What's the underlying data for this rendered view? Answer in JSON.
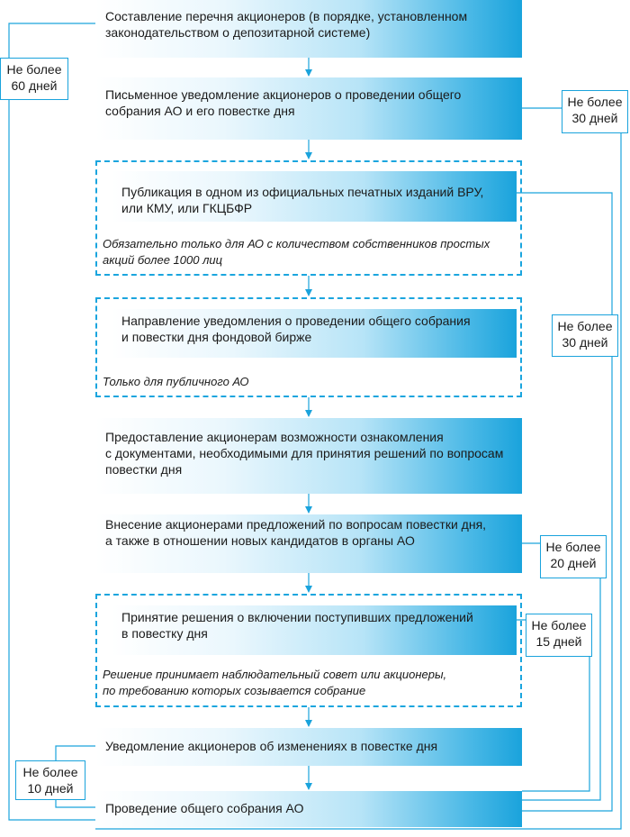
{
  "steps": [
    {
      "line1": "Составление перечня акционеров (в порядке, установленном",
      "line2": "законодательством о депозитарной системе)"
    },
    {
      "line1": "Письменное уведомление акционеров о проведении общего",
      "line2": "собрания АО и его повестке дня"
    },
    {
      "line1": "Публикация в одном из официальных печатных изданий ВРУ,",
      "line2": "или КМУ, или ГКЦБФР"
    },
    {
      "line1": "Направление уведомления о проведении общего собрания",
      "line2": "и повестки дня фондовой бирже"
    },
    {
      "line1": "Предоставление акционерам возможности ознакомления",
      "line2": "с документами, необходимыми для принятия решений по вопросам",
      "line3": "повестки дня"
    },
    {
      "line1": "Внесение акционерами предложений по вопросам повестки дня,",
      "line2": "а также в отношении новых кандидатов в органы АО"
    },
    {
      "line1": "Принятие решения о включении поступивших предложений",
      "line2": "в повестку дня"
    },
    {
      "line1": "Уведомление акционеров об изменениях в повестке дня"
    },
    {
      "line1": "Проведение общего собрания АО"
    }
  ],
  "notes": [
    {
      "line1": "Обязательно только для АО с количеством собственников простых",
      "line2": "акций более 1000 лиц"
    },
    {
      "line1": "Только для публичного АО"
    },
    {
      "line1": "Решение принимает наблюдательный совет или акционеры,",
      "line2": "по требованию которых созывается собрание"
    }
  ],
  "limits": [
    {
      "line1": "Не более",
      "line2": "60 дней"
    },
    {
      "line1": "Не более",
      "line2": "30 дней"
    },
    {
      "line1": "Не более",
      "line2": "30 дней"
    },
    {
      "line1": "Не более",
      "line2": "20 дней"
    },
    {
      "line1": "Не более",
      "line2": "15 дней"
    },
    {
      "line1": "Не более",
      "line2": "10 дней"
    }
  ],
  "colors": {
    "accent": "#1aa3dc",
    "box_gradient_end": "#1aa3dc",
    "box_gradient_start": "#ffffff"
  }
}
